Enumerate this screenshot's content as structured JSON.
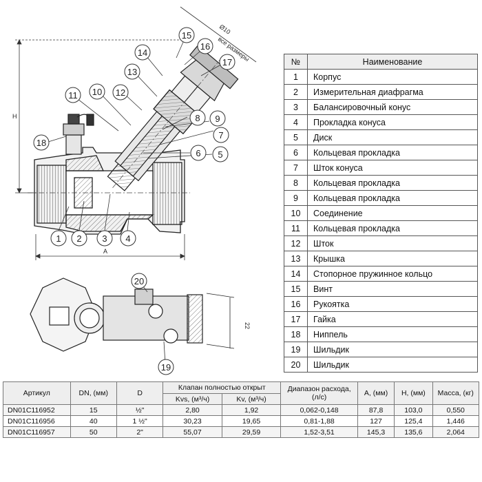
{
  "drawing": {
    "callouts": [
      "1",
      "2",
      "3",
      "4",
      "5",
      "6",
      "7",
      "8",
      "9",
      "10",
      "11",
      "12",
      "13",
      "14",
      "15",
      "16",
      "17",
      "18",
      "19",
      "20"
    ],
    "dim_a": "A",
    "dim_h": "H",
    "dim_d10": "Ø10",
    "dim_22": "22",
    "note_sizes": "все размеры"
  },
  "parts": {
    "header_no": "№",
    "header_name": "Наименование",
    "rows": [
      {
        "no": "1",
        "name": "Корпус"
      },
      {
        "no": "2",
        "name": "Измерительная диафрагма"
      },
      {
        "no": "3",
        "name": "Балансировочный конус"
      },
      {
        "no": "4",
        "name": "Прокладка конуса"
      },
      {
        "no": "5",
        "name": "Диск"
      },
      {
        "no": "6",
        "name": "Кольцевая прокладка"
      },
      {
        "no": "7",
        "name": "Шток конуса"
      },
      {
        "no": "8",
        "name": "Кольцевая прокладка"
      },
      {
        "no": "9",
        "name": "Кольцевая прокладка"
      },
      {
        "no": "10",
        "name": "Соединение"
      },
      {
        "no": "11",
        "name": "Кольцевая прокладка"
      },
      {
        "no": "12",
        "name": "Шток"
      },
      {
        "no": "13",
        "name": "Крышка"
      },
      {
        "no": "14",
        "name": "Стопорное пружинное кольцо"
      },
      {
        "no": "15",
        "name": "Винт"
      },
      {
        "no": "16",
        "name": "Рукоятка"
      },
      {
        "no": "17",
        "name": "Гайка"
      },
      {
        "no": "18",
        "name": "Ниппель"
      },
      {
        "no": "19",
        "name": "Шильдик"
      },
      {
        "no": "20",
        "name": "Шильдик"
      }
    ]
  },
  "specs": {
    "headers": {
      "article": "Артикул",
      "dn": "DN, (мм)",
      "d": "D",
      "valve_open": "Клапан полностью открыт",
      "kvs": "Kvs, (м³/ч)",
      "kv": "Kv, (м³/ч)",
      "flow_range_l1": "Диапазон расхода,",
      "flow_range_l2": "(л/с)",
      "a": "A, (мм)",
      "h": "H, (мм)",
      "mass": "Масса, (кг)"
    },
    "rows": [
      {
        "article": "DN01C116952",
        "dn": "15",
        "d": "½\"",
        "kvs": "2,80",
        "kv": "1,92",
        "range": "0,062-0,148",
        "a": "87,8",
        "h": "103,0",
        "mass": "0,550"
      },
      {
        "article": "DN01C116956",
        "dn": "40",
        "d": "1 ½\"",
        "kvs": "30,23",
        "kv": "19,65",
        "range": "0,81-1,88",
        "a": "127",
        "h": "125,4",
        "mass": "1,446"
      },
      {
        "article": "DN01C116957",
        "dn": "50",
        "d": "2\"",
        "kvs": "55,07",
        "kv": "29,59",
        "range": "1,52-3,51",
        "a": "145,3",
        "h": "135,6",
        "mass": "2,064"
      }
    ]
  }
}
